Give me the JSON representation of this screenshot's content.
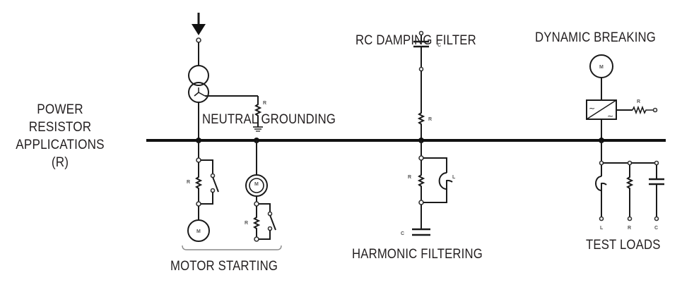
{
  "diagram": {
    "title": [
      "POWER",
      "RESISTOR",
      "APPLICATIONS",
      "(R)"
    ],
    "sections": {
      "neutral_grounding": "NEUTRAL GROUNDING",
      "motor_starting": "MOTOR STARTING",
      "rc_damping_filter": "RC DAMPING FILTER",
      "harmonic_filtering": "HARMONIC FILTERING",
      "dynamic_breaking": "DYNAMIC BREAKING",
      "test_loads": "TEST LOADS"
    },
    "component_labels": {
      "resistor": "R",
      "capacitor": "C",
      "inductor": "L",
      "motor": "M"
    },
    "colors": {
      "text": "#231f20",
      "line": "#1a1a1a",
      "background": "#ffffff"
    }
  }
}
